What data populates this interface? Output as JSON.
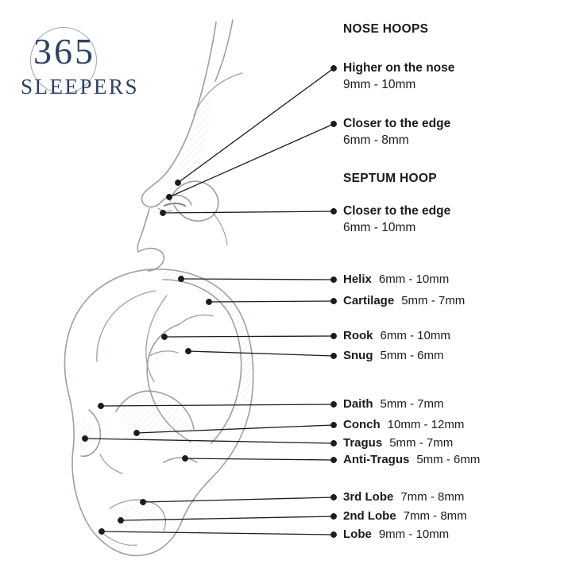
{
  "logo": {
    "number": "365",
    "brand": "SLEEPERS"
  },
  "nose": {
    "heading": "NOSE HOOPS",
    "items": [
      {
        "label": "Higher on the nose",
        "size": "9mm - 10mm"
      },
      {
        "label": "Closer to the edge",
        "size": "6mm - 8mm"
      }
    ],
    "septum_heading": "SEPTUM HOOP",
    "septum_items": [
      {
        "label": "Closer to the edge",
        "size": "6mm - 10mm"
      }
    ]
  },
  "ear": {
    "items": [
      {
        "name": "Helix",
        "size": "6mm - 10mm"
      },
      {
        "name": "Cartilage",
        "size": "5mm - 7mm"
      },
      {
        "name": "Rook",
        "size": "6mm - 10mm"
      },
      {
        "name": "Snug",
        "size": "5mm - 6mm"
      },
      {
        "name": "Daith",
        "size": "5mm - 7mm"
      },
      {
        "name": "Conch",
        "size": "10mm - 12mm"
      },
      {
        "name": "Tragus",
        "size": "5mm - 7mm"
      },
      {
        "name": "Anti-Tragus",
        "size": "5mm - 6mm"
      },
      {
        "name": "3rd Lobe",
        "size": "7mm - 8mm"
      },
      {
        "name": "2nd Lobe",
        "size": "7mm - 8mm"
      },
      {
        "name": "Lobe",
        "size": "9mm - 10mm"
      }
    ]
  },
  "colors": {
    "brand": "#2d4160",
    "sketch": "#9aa0a4",
    "callout": "#1c1c1c"
  }
}
